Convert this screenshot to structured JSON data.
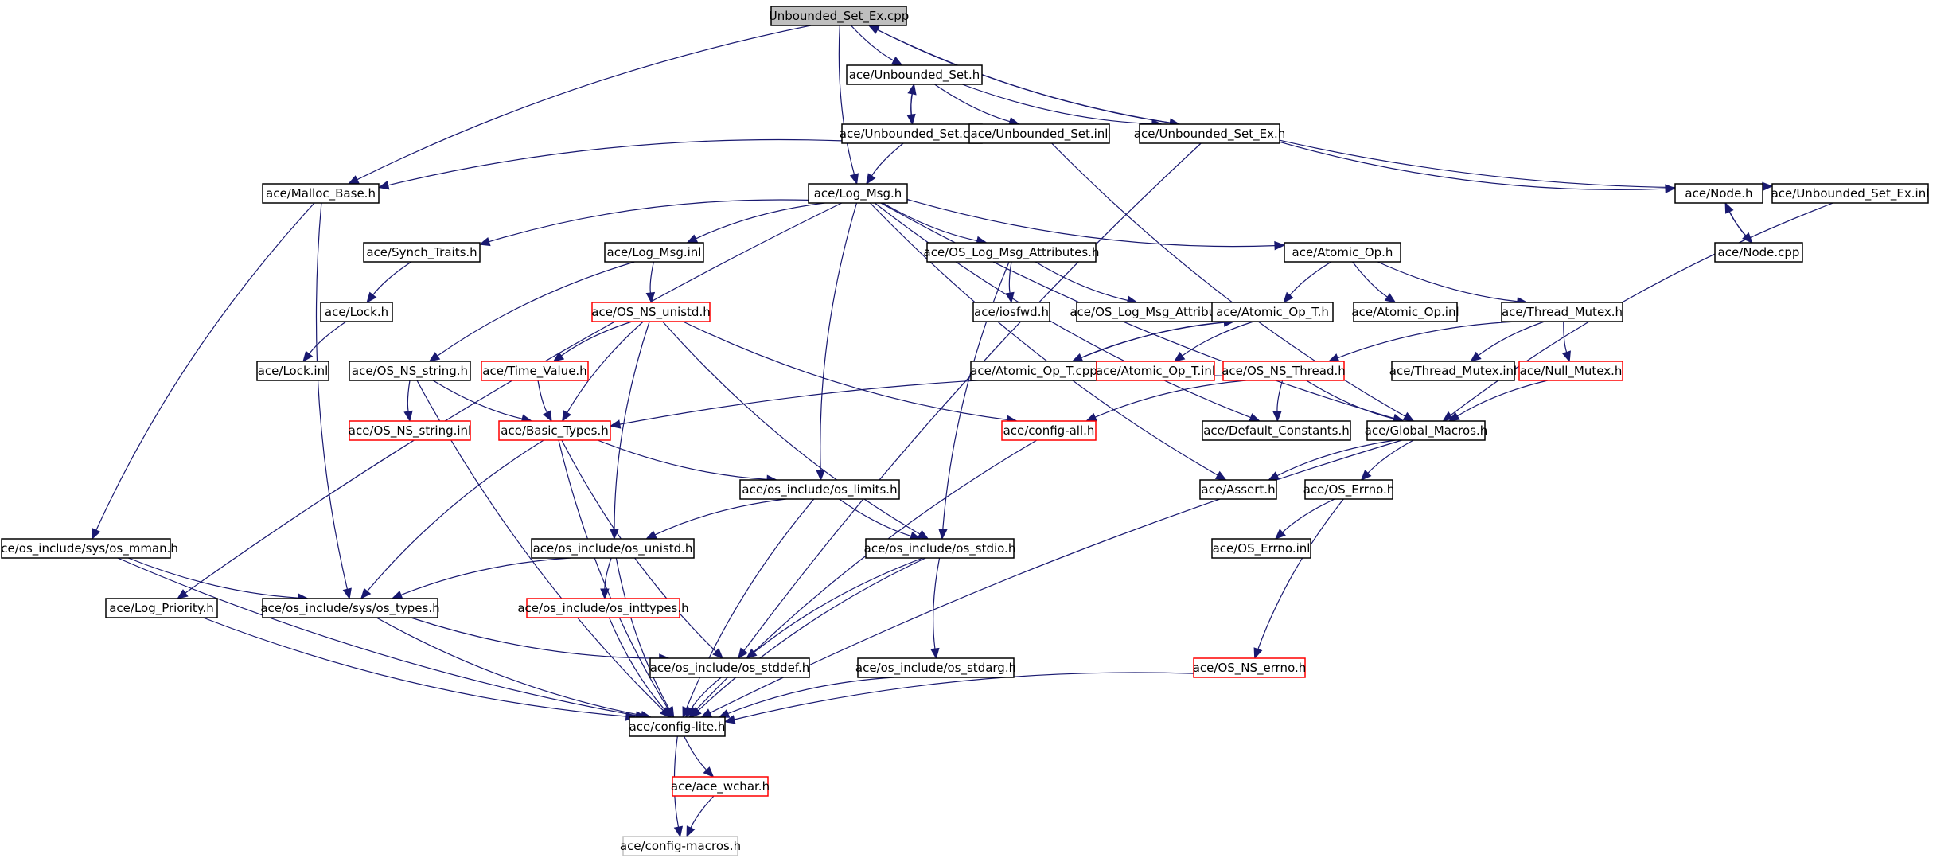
{
  "title": "Unbounded_Set_Ex.cpp",
  "colors": {
    "edge": "#191970",
    "border_documented": "#000000",
    "border_undocumented": "#ff0000",
    "border_external": "#c0c0c0",
    "root_fill": "#bfbfbf",
    "node_fill": "#ffffff"
  },
  "nodes": [
    {
      "id": "root",
      "label": "Unbounded_Set_Ex.cpp",
      "style": "root"
    },
    {
      "id": "unb_set_h",
      "label": "ace/Unbounded_Set.h",
      "style": "normal"
    },
    {
      "id": "unb_set_cpp",
      "label": "ace/Unbounded_Set.cpp",
      "style": "normal"
    },
    {
      "id": "unb_set_inl",
      "label": "ace/Unbounded_Set.inl",
      "style": "normal"
    },
    {
      "id": "unb_set_ex_h",
      "label": "ace/Unbounded_Set_Ex.h",
      "style": "normal"
    },
    {
      "id": "malloc_base",
      "label": "ace/Malloc_Base.h",
      "style": "normal"
    },
    {
      "id": "log_msg_h",
      "label": "ace/Log_Msg.h",
      "style": "normal"
    },
    {
      "id": "node_h",
      "label": "ace/Node.h",
      "style": "normal"
    },
    {
      "id": "unb_set_ex_inl",
      "label": "ace/Unbounded_Set_Ex.inl",
      "style": "normal"
    },
    {
      "id": "node_cpp",
      "label": "ace/Node.cpp",
      "style": "normal"
    },
    {
      "id": "synch_traits",
      "label": "ace/Synch_Traits.h",
      "style": "normal"
    },
    {
      "id": "log_msg_inl",
      "label": "ace/Log_Msg.inl",
      "style": "normal"
    },
    {
      "id": "os_log_attr_h",
      "label": "ace/OS_Log_Msg_Attributes.h",
      "style": "normal"
    },
    {
      "id": "atomic_op_h",
      "label": "ace/Atomic_Op.h",
      "style": "normal"
    },
    {
      "id": "lock_h",
      "label": "ace/Lock.h",
      "style": "normal"
    },
    {
      "id": "os_ns_unistd",
      "label": "ace/OS_NS_unistd.h",
      "style": "red"
    },
    {
      "id": "iosfwd",
      "label": "ace/iosfwd.h",
      "style": "normal"
    },
    {
      "id": "os_log_attr_inl",
      "label": "ace/OS_Log_Msg_Attributes.inl",
      "style": "normal"
    },
    {
      "id": "atomic_op_t_h",
      "label": "ace/Atomic_Op_T.h",
      "style": "normal"
    },
    {
      "id": "atomic_op_inl",
      "label": "ace/Atomic_Op.inl",
      "style": "normal"
    },
    {
      "id": "thread_mutex_h",
      "label": "ace/Thread_Mutex.h",
      "style": "normal"
    },
    {
      "id": "lock_inl",
      "label": "ace/Lock.inl",
      "style": "normal"
    },
    {
      "id": "os_ns_string_h",
      "label": "ace/OS_NS_string.h",
      "style": "normal"
    },
    {
      "id": "time_value",
      "label": "ace/Time_Value.h",
      "style": "red"
    },
    {
      "id": "atomic_op_t_cpp",
      "label": "ace/Atomic_Op_T.cpp",
      "style": "normal"
    },
    {
      "id": "atomic_op_t_inl",
      "label": "ace/Atomic_Op_T.inl",
      "style": "red"
    },
    {
      "id": "os_ns_thread",
      "label": "ace/OS_NS_Thread.h",
      "style": "red"
    },
    {
      "id": "thread_mutex_inl",
      "label": "ace/Thread_Mutex.inl",
      "style": "normal"
    },
    {
      "id": "null_mutex",
      "label": "ace/Null_Mutex.h",
      "style": "red"
    },
    {
      "id": "os_ns_string_inl",
      "label": "ace/OS_NS_string.inl",
      "style": "red"
    },
    {
      "id": "basic_types",
      "label": "ace/Basic_Types.h",
      "style": "red"
    },
    {
      "id": "config_all",
      "label": "ace/config-all.h",
      "style": "red"
    },
    {
      "id": "default_constants",
      "label": "ace/Default_Constants.h",
      "style": "normal"
    },
    {
      "id": "global_macros",
      "label": "ace/Global_Macros.h",
      "style": "normal"
    },
    {
      "id": "os_limits",
      "label": "ace/os_include/os_limits.h",
      "style": "normal"
    },
    {
      "id": "assert_h",
      "label": "ace/Assert.h",
      "style": "normal"
    },
    {
      "id": "os_errno_h",
      "label": "ace/OS_Errno.h",
      "style": "normal"
    },
    {
      "id": "os_mman",
      "label": "ace/os_include/sys/os_mman.h",
      "style": "normal"
    },
    {
      "id": "os_unistd",
      "label": "ace/os_include/os_unistd.h",
      "style": "normal"
    },
    {
      "id": "os_stdio",
      "label": "ace/os_include/os_stdio.h",
      "style": "normal"
    },
    {
      "id": "os_errno_inl",
      "label": "ace/OS_Errno.inl",
      "style": "normal"
    },
    {
      "id": "log_priority",
      "label": "ace/Log_Priority.h",
      "style": "normal"
    },
    {
      "id": "os_types",
      "label": "ace/os_include/sys/os_types.h",
      "style": "normal"
    },
    {
      "id": "os_inttypes",
      "label": "ace/os_include/os_inttypes.h",
      "style": "red"
    },
    {
      "id": "os_stddef",
      "label": "ace/os_include/os_stddef.h",
      "style": "normal"
    },
    {
      "id": "os_stdarg",
      "label": "ace/os_include/os_stdarg.h",
      "style": "normal"
    },
    {
      "id": "os_ns_errno",
      "label": "ace/OS_NS_errno.h",
      "style": "red"
    },
    {
      "id": "config_lite",
      "label": "ace/config-lite.h",
      "style": "normal"
    },
    {
      "id": "ace_wchar",
      "label": "ace/ace_wchar.h",
      "style": "red"
    },
    {
      "id": "config_macros",
      "label": "ace/config-macros.h",
      "style": "gray"
    }
  ],
  "edges": [
    [
      "root",
      "unb_set_h"
    ],
    [
      "root",
      "malloc_base"
    ],
    [
      "root",
      "log_msg_h"
    ],
    [
      "root",
      "unb_set_ex_h"
    ],
    [
      "unb_set_h",
      "unb_set_cpp"
    ],
    [
      "unb_set_h",
      "unb_set_inl"
    ],
    [
      "unb_set_h",
      "unb_set_ex_h"
    ],
    [
      "unb_set_cpp",
      "unb_set_h"
    ],
    [
      "unb_set_cpp",
      "malloc_base"
    ],
    [
      "unb_set_cpp",
      "log_msg_h"
    ],
    [
      "unb_set_inl",
      "global_macros"
    ],
    [
      "unb_set_ex_h",
      "root"
    ],
    [
      "unb_set_ex_h",
      "node_h"
    ],
    [
      "unb_set_ex_h",
      "unb_set_ex_inl"
    ],
    [
      "unb_set_ex_h",
      "os_stddef"
    ],
    [
      "malloc_base",
      "os_mman"
    ],
    [
      "malloc_base",
      "os_types"
    ],
    [
      "log_msg_h",
      "synch_traits"
    ],
    [
      "log_msg_h",
      "log_msg_inl"
    ],
    [
      "log_msg_h",
      "os_log_attr_h"
    ],
    [
      "log_msg_h",
      "atomic_op_h"
    ],
    [
      "log_msg_h",
      "log_priority"
    ],
    [
      "log_msg_h",
      "os_limits"
    ],
    [
      "log_msg_h",
      "default_constants"
    ],
    [
      "log_msg_h",
      "assert_h"
    ],
    [
      "log_msg_h",
      "global_macros"
    ],
    [
      "node_h",
      "node_cpp"
    ],
    [
      "node_cpp",
      "node_h"
    ],
    [
      "unb_set_ex_inl",
      "global_macros"
    ],
    [
      "synch_traits",
      "lock_h"
    ],
    [
      "lock_h",
      "lock_inl"
    ],
    [
      "log_msg_inl",
      "os_ns_unistd"
    ],
    [
      "log_msg_inl",
      "os_ns_string_h"
    ],
    [
      "os_log_attr_h",
      "iosfwd"
    ],
    [
      "os_log_attr_h",
      "os_log_attr_inl"
    ],
    [
      "os_log_attr_h",
      "os_stdio"
    ],
    [
      "atomic_op_h",
      "atomic_op_t_h"
    ],
    [
      "atomic_op_h",
      "atomic_op_inl"
    ],
    [
      "atomic_op_h",
      "thread_mutex_h"
    ],
    [
      "atomic_op_t_h",
      "atomic_op_t_cpp"
    ],
    [
      "atomic_op_t_h",
      "atomic_op_t_inl"
    ],
    [
      "atomic_op_t_cpp",
      "atomic_op_t_h"
    ],
    [
      "thread_mutex_h",
      "os_ns_thread"
    ],
    [
      "thread_mutex_h",
      "thread_mutex_inl"
    ],
    [
      "thread_mutex_h",
      "null_mutex"
    ],
    [
      "null_mutex",
      "global_macros"
    ],
    [
      "os_ns_unistd",
      "time_value"
    ],
    [
      "os_ns_unistd",
      "basic_types"
    ],
    [
      "os_ns_unistd",
      "config_all"
    ],
    [
      "os_ns_unistd",
      "os_unistd"
    ],
    [
      "os_ns_unistd",
      "os_stdio"
    ],
    [
      "os_ns_string_h",
      "os_ns_string_inl"
    ],
    [
      "os_ns_string_h",
      "basic_types"
    ],
    [
      "os_ns_string_h",
      "config_lite"
    ],
    [
      "time_value",
      "basic_types"
    ],
    [
      "os_ns_thread",
      "basic_types"
    ],
    [
      "os_ns_thread",
      "config_all"
    ],
    [
      "os_ns_thread",
      "default_constants"
    ],
    [
      "os_ns_thread",
      "global_macros"
    ],
    [
      "basic_types",
      "os_limits"
    ],
    [
      "basic_types",
      "os_types"
    ],
    [
      "basic_types",
      "os_stddef"
    ],
    [
      "basic_types",
      "config_lite"
    ],
    [
      "config_all",
      "config_lite"
    ],
    [
      "global_macros",
      "assert_h"
    ],
    [
      "global_macros",
      "os_errno_h"
    ],
    [
      "global_macros",
      "config_lite"
    ],
    [
      "os_limits",
      "os_unistd"
    ],
    [
      "os_limits",
      "os_stdio"
    ],
    [
      "os_limits",
      "config_lite"
    ],
    [
      "os_errno_h",
      "os_errno_inl"
    ],
    [
      "os_errno_h",
      "os_ns_errno"
    ],
    [
      "os_mman",
      "os_types"
    ],
    [
      "os_mman",
      "config_lite"
    ],
    [
      "os_unistd",
      "os_types"
    ],
    [
      "os_unistd",
      "os_inttypes"
    ],
    [
      "os_unistd",
      "config_lite"
    ],
    [
      "os_stdio",
      "os_stddef"
    ],
    [
      "os_stdio",
      "os_stdarg"
    ],
    [
      "os_stdio",
      "config_lite"
    ],
    [
      "log_priority",
      "config_lite"
    ],
    [
      "os_types",
      "os_stddef"
    ],
    [
      "os_types",
      "config_lite"
    ],
    [
      "os_inttypes",
      "config_lite"
    ],
    [
      "os_stddef",
      "config_lite"
    ],
    [
      "os_stdarg",
      "config_lite"
    ],
    [
      "os_ns_errno",
      "config_lite"
    ],
    [
      "config_lite",
      "ace_wchar"
    ],
    [
      "config_lite",
      "config_macros"
    ],
    [
      "ace_wchar",
      "config_macros"
    ]
  ]
}
